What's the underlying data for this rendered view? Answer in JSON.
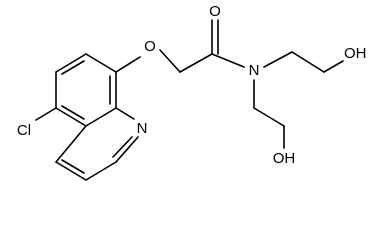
{
  "molecule": {
    "atoms": {
      "ether_oxygen": "O",
      "carbonyl_oxygen": "O",
      "amide_nitrogen": "N",
      "hydroxyl_top": "OH",
      "hydroxyl_bottom": "OH",
      "chlorine": "Cl",
      "ring_nitrogen": "N"
    }
  }
}
